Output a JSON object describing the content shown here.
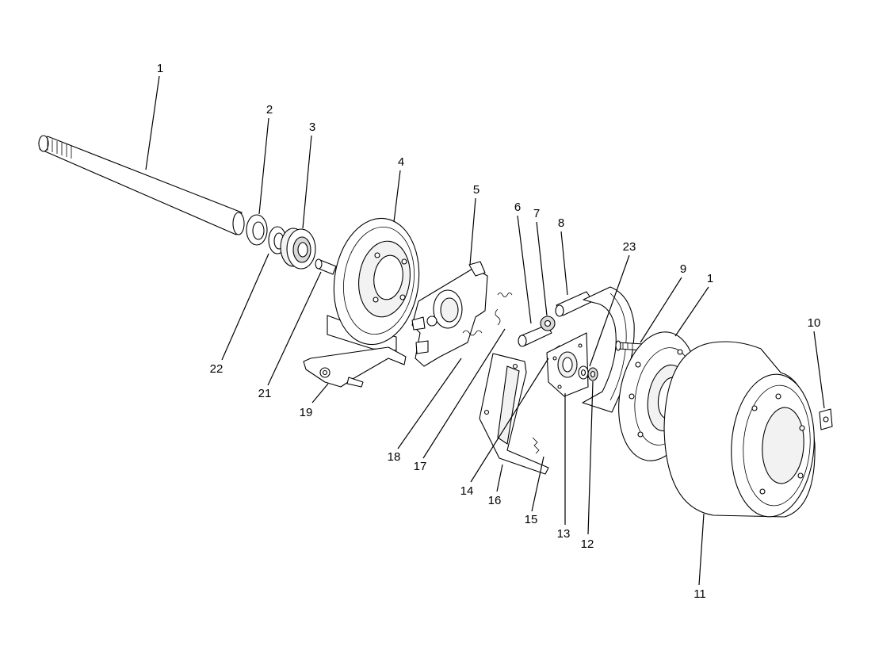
{
  "callouts": [
    {
      "key": "1a",
      "label": "1"
    },
    {
      "key": "2",
      "label": "2"
    },
    {
      "key": "3",
      "label": "3"
    },
    {
      "key": "4",
      "label": "4"
    },
    {
      "key": "5",
      "label": "5"
    },
    {
      "key": "6",
      "label": "6"
    },
    {
      "key": "7",
      "label": "7"
    },
    {
      "key": "8",
      "label": "8"
    },
    {
      "key": "23",
      "label": "23"
    },
    {
      "key": "9",
      "label": "9"
    },
    {
      "key": "1b",
      "label": "1"
    },
    {
      "key": "10",
      "label": "10"
    },
    {
      "key": "22",
      "label": "22"
    },
    {
      "key": "21",
      "label": "21"
    },
    {
      "key": "19",
      "label": "19"
    },
    {
      "key": "18",
      "label": "18"
    },
    {
      "key": "17",
      "label": "17"
    },
    {
      "key": "14",
      "label": "14"
    },
    {
      "key": "16",
      "label": "16"
    },
    {
      "key": "15",
      "label": "15"
    },
    {
      "key": "13",
      "label": "13"
    },
    {
      "key": "12",
      "label": "12"
    },
    {
      "key": "11",
      "label": "11"
    }
  ]
}
